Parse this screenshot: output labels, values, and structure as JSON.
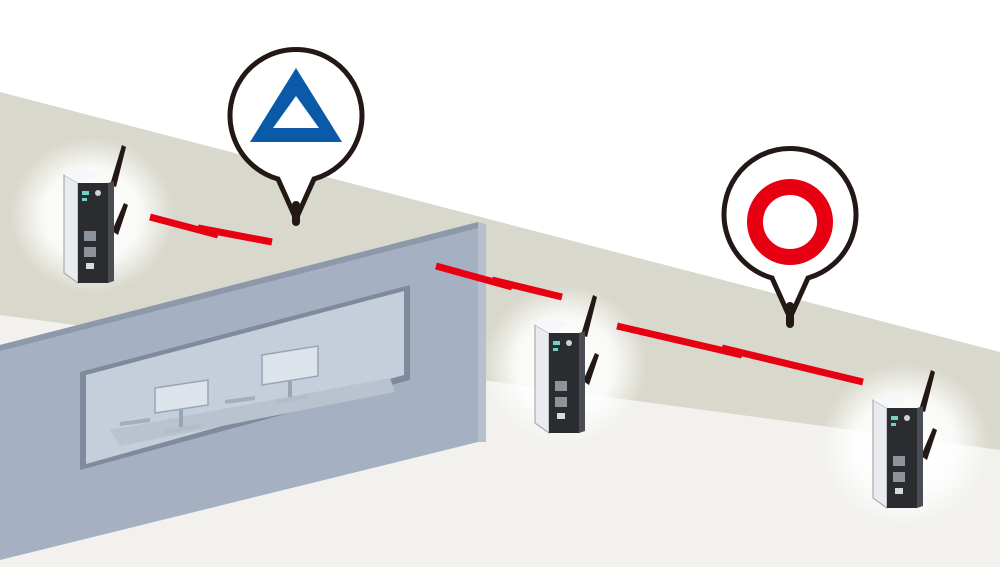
{
  "scene": {
    "colors": {
      "background": "#ffffff",
      "wall": "#d9d8cc",
      "floor": "#f2f1ee",
      "partition": "#a5b0c2",
      "window_glass": "#c9d2dd",
      "signal": "#e60012",
      "good_marker": "#e60012",
      "fair_marker": "#0a5aa8",
      "pin_outline": "#231815"
    },
    "devices": [
      {
        "id": "ap-1",
        "icon": "wireless-access-point-icon"
      },
      {
        "id": "ap-2",
        "icon": "wireless-access-point-icon"
      },
      {
        "id": "ap-3",
        "icon": "wireless-access-point-icon"
      }
    ],
    "links": [
      {
        "from": "ap-1",
        "to": "ap-2",
        "obstructed": true,
        "quality": "fair",
        "marker": "triangle"
      },
      {
        "from": "ap-2",
        "to": "ap-3",
        "obstructed": false,
        "quality": "good",
        "marker": "circle"
      }
    ]
  }
}
